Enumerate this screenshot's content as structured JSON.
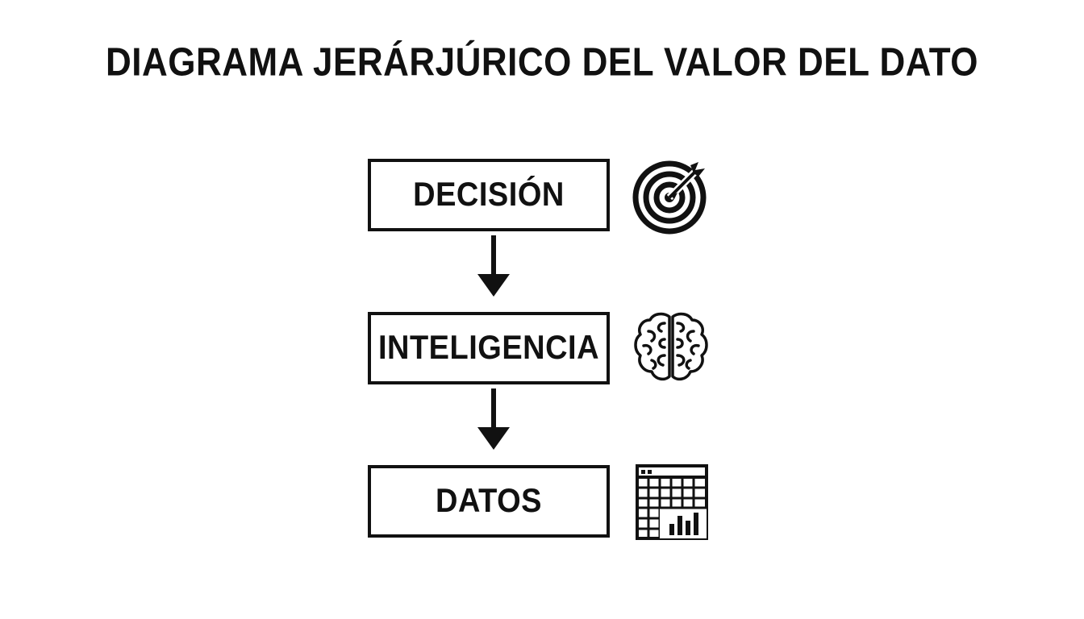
{
  "diagram": {
    "title": "DIAGRAMA JERÁRJÚRICO DEL VALOR DEL DATO",
    "levels": [
      {
        "label": "DECISIÓN",
        "icon": "target-icon"
      },
      {
        "label": "INTELIGENCIA",
        "icon": "brain-icon"
      },
      {
        "label": "DATOS",
        "icon": "spreadsheet-chart-icon"
      }
    ],
    "colors": {
      "ink": "#111111",
      "background": "#ffffff"
    }
  }
}
